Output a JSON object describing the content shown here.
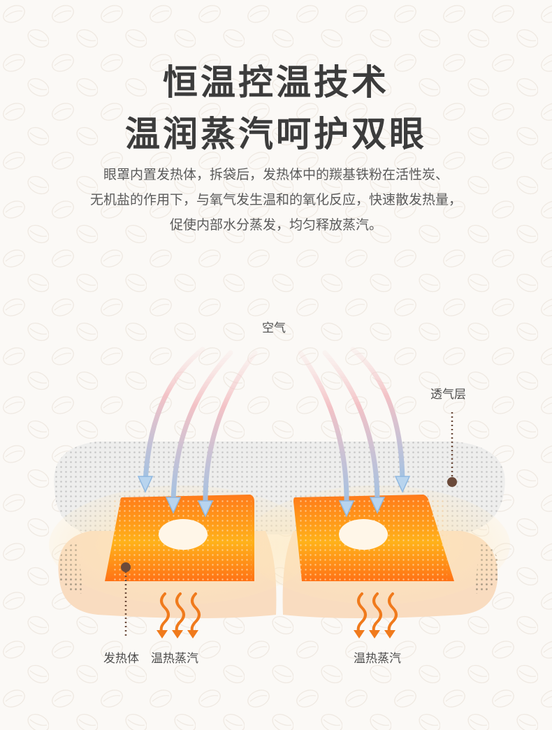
{
  "title": {
    "line1": "恒温控温技术",
    "line2": "温润蒸汽呵护双眼"
  },
  "description": {
    "line1": "眼罩内置发热体，拆袋后，发热体中的羰基铁粉在活性炭、",
    "line2": "无机盐的作用下，与氧气发生温和的氧化反应，快速散发热量，",
    "line3": "促使内部水分蒸发，均匀释放蒸汽。"
  },
  "diagram": {
    "label_air": "空气",
    "label_breathable_layer": "透气层",
    "label_heater": "发热体",
    "label_steam_left": "温热蒸汽",
    "label_steam_right": "温热蒸汽"
  },
  "colors": {
    "heater_orange": "#ff7a1a",
    "heater_yellow": "#ffc21a",
    "arrow_blue": "#8fb8e0",
    "arrow_pink": "#f3c6c6",
    "pointer_brown": "#6b4a3a",
    "steam_orange": "#f07a1c"
  }
}
